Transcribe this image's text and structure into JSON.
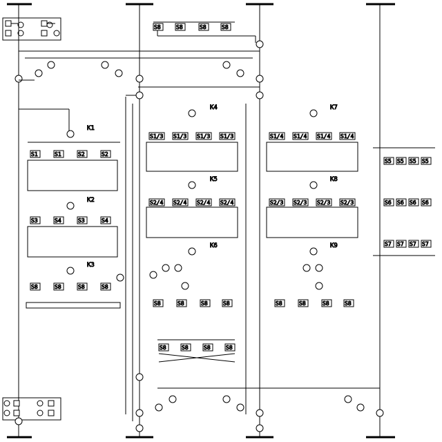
{
  "diagram": {
    "modules_top": [
      "S8",
      "S8",
      "S8",
      "S8"
    ],
    "modules_mid_mixer": [
      "S8",
      "S8",
      "S8",
      "S8"
    ],
    "left_chain": {
      "k1": "K1",
      "k2": "K2",
      "k3": "K3",
      "row1": [
        "S1",
        "S1",
        "S2",
        "S2"
      ],
      "row2": [
        "S3",
        "S4",
        "S3",
        "S4"
      ],
      "row3": [
        "S8",
        "S8",
        "S8",
        "S8"
      ]
    },
    "center_chain": {
      "k4": "K4",
      "k5": "K5",
      "k6": "K6",
      "row1": [
        "S1/3",
        "S1/3",
        "S1/3",
        "S1/3"
      ],
      "row2": [
        "S2/4",
        "S2/4",
        "S2/4",
        "S2/4"
      ],
      "row3": [
        "S8",
        "S8",
        "S8",
        "S8"
      ]
    },
    "right_chain": {
      "k7": "K7",
      "k8": "K8",
      "k9": "K9",
      "row1": [
        "S1/4",
        "S1/4",
        "S1/4",
        "S1/4"
      ],
      "row2": [
        "S2/3",
        "S2/3",
        "S2/3",
        "S2/3"
      ],
      "row3": [
        "S8",
        "S8",
        "S8",
        "S8"
      ]
    },
    "far_right": {
      "row1": [
        "S5",
        "S5",
        "S5",
        "S5"
      ],
      "row2": [
        "S6",
        "S6",
        "S6",
        "S6"
      ],
      "row3": [
        "S7",
        "S7",
        "S7",
        "S7"
      ]
    },
    "line_color": "#000000",
    "background": "#ffffff"
  }
}
